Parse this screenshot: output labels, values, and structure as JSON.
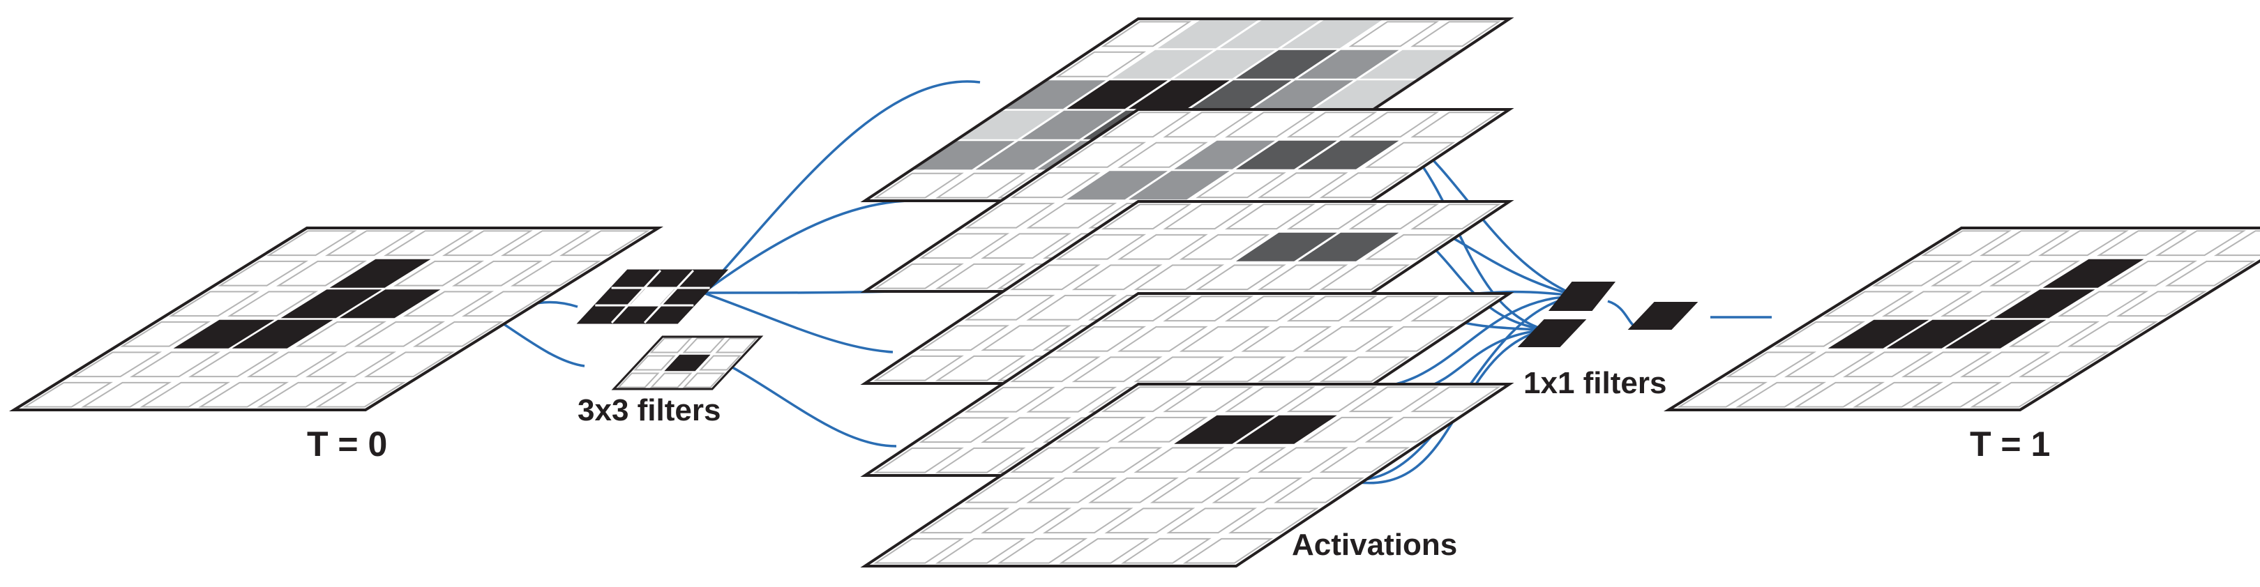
{
  "labels": {
    "input_time": "T = 0",
    "output_time": "T = 1",
    "conv_filters": "3x3 filters",
    "pointwise_filters": "1x1 filters",
    "activations": "Activations"
  },
  "colors": {
    "background": "#ffffff",
    "connection": "#2a6db3",
    "black_cell": "#231f20",
    "dark_gray_cell": "#58595b",
    "mid_gray_cell": "#939598",
    "light_gray_cell": "#d1d3d4",
    "grid_line": "#b4b4b4",
    "text": "#231f20"
  },
  "grid_size": 6,
  "input_grid": {
    "cells": [
      {
        "r": 1,
        "c": 2,
        "shade": "black"
      },
      {
        "r": 2,
        "c": 2,
        "shade": "black"
      },
      {
        "r": 2,
        "c": 3,
        "shade": "black"
      },
      {
        "r": 3,
        "c": 1,
        "shade": "black"
      },
      {
        "r": 3,
        "c": 2,
        "shade": "black"
      }
    ]
  },
  "conv_filters": [
    {
      "kind": "neighbor-count",
      "grid": 3
    },
    {
      "kind": "center",
      "grid": 3
    }
  ],
  "activation_layers": [
    {
      "cells": [
        {
          "r": 0,
          "c": 1,
          "shade": "light"
        },
        {
          "r": 0,
          "c": 2,
          "shade": "light"
        },
        {
          "r": 0,
          "c": 3,
          "shade": "light"
        },
        {
          "r": 1,
          "c": 1,
          "shade": "light"
        },
        {
          "r": 1,
          "c": 2,
          "shade": "light"
        },
        {
          "r": 1,
          "c": 3,
          "shade": "dark"
        },
        {
          "r": 1,
          "c": 4,
          "shade": "mid"
        },
        {
          "r": 1,
          "c": 5,
          "shade": "light"
        },
        {
          "r": 2,
          "c": 0,
          "shade": "mid"
        },
        {
          "r": 2,
          "c": 1,
          "shade": "black"
        },
        {
          "r": 2,
          "c": 2,
          "shade": "black"
        },
        {
          "r": 2,
          "c": 3,
          "shade": "dark"
        },
        {
          "r": 2,
          "c": 4,
          "shade": "mid"
        },
        {
          "r": 2,
          "c": 5,
          "shade": "light"
        },
        {
          "r": 3,
          "c": 0,
          "shade": "light"
        },
        {
          "r": 3,
          "c": 1,
          "shade": "mid"
        },
        {
          "r": 3,
          "c": 2,
          "shade": "dark"
        },
        {
          "r": 3,
          "c": 3,
          "shade": "dark"
        },
        {
          "r": 3,
          "c": 4,
          "shade": "light"
        },
        {
          "r": 4,
          "c": 0,
          "shade": "mid"
        },
        {
          "r": 4,
          "c": 1,
          "shade": "mid"
        },
        {
          "r": 4,
          "c": 2,
          "shade": "mid"
        },
        {
          "r": 4,
          "c": 3,
          "shade": "light"
        }
      ]
    },
    {
      "cells": [
        {
          "r": 1,
          "c": 2,
          "shade": "mid"
        },
        {
          "r": 1,
          "c": 3,
          "shade": "dark"
        },
        {
          "r": 1,
          "c": 4,
          "shade": "dark"
        },
        {
          "r": 2,
          "c": 1,
          "shade": "mid"
        },
        {
          "r": 2,
          "c": 2,
          "shade": "mid"
        }
      ]
    },
    {
      "cells": [
        {
          "r": 1,
          "c": 3,
          "shade": "dark"
        },
        {
          "r": 1,
          "c": 4,
          "shade": "dark"
        }
      ]
    },
    {
      "cells": []
    },
    {
      "cells": [
        {
          "r": 1,
          "c": 2,
          "shade": "black"
        },
        {
          "r": 1,
          "c": 3,
          "shade": "black"
        }
      ]
    }
  ],
  "pointwise_filters": [
    {
      "role": "top"
    },
    {
      "role": "bottom"
    },
    {
      "role": "output"
    }
  ],
  "output_grid": {
    "cells": [
      {
        "r": 1,
        "c": 3,
        "shade": "black"
      },
      {
        "r": 2,
        "c": 3,
        "shade": "black"
      },
      {
        "r": 3,
        "c": 1,
        "shade": "black"
      },
      {
        "r": 3,
        "c": 2,
        "shade": "black"
      },
      {
        "r": 3,
        "c": 3,
        "shade": "black"
      }
    ]
  }
}
